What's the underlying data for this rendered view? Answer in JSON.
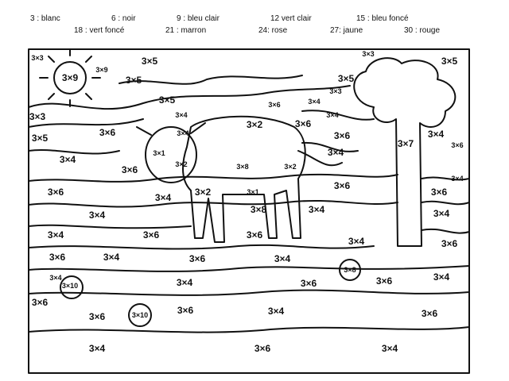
{
  "legend": [
    "3 : blanc",
    "6 : noir",
    "9  : bleu clair",
    "12 vert clair",
    "15 : bleu foncé",
    "18 : vert foncé",
    "21 : marron",
    "24:  rose",
    "27: jaune",
    "30 : rouge"
  ],
  "labels": [
    "3×3",
    "3×9",
    "3×9",
    "3×5",
    "3×3",
    "3×5",
    "3×5",
    "3×5",
    "3×5",
    "3×3",
    "3×6",
    "3×4",
    "3×3",
    "3×6",
    "3×4",
    "3×2",
    "3×6",
    "3×4",
    "3×5",
    "3×4",
    "3×6",
    "3×4",
    "3×6",
    "3×7",
    "3×4",
    "3×1",
    "3×2",
    "3×8",
    "3×2",
    "3×4",
    "3×6",
    "3×4",
    "3×6",
    "3×4",
    "3×2",
    "3×1",
    "3×6",
    "3×6",
    "3×4",
    "3×8",
    "3×4",
    "3×4",
    "3×4",
    "3×6",
    "3×6",
    "3×4",
    "3×6",
    "3×6",
    "3×4",
    "3×6",
    "3×4",
    "3×8",
    "3×4",
    "3×10",
    "3×4",
    "3×6",
    "3×6",
    "3×4",
    "3×6",
    "3×6",
    "3×10",
    "3×6",
    "3×4",
    "3×6",
    "3×4",
    "3×6",
    "3×4"
  ]
}
